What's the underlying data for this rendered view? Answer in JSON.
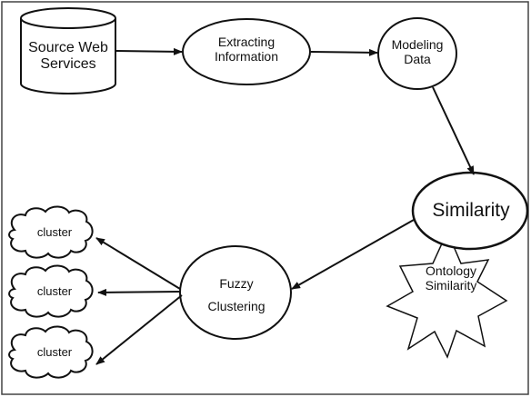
{
  "nodes": {
    "source_web_services": "Source Web\nServices",
    "extracting_information": "Extracting\nInformation",
    "modeling_data": "Modeling\nData",
    "similarity": "Similarity",
    "ontology_similarity": "Ontology\nSimilarity",
    "fuzzy_clustering": "Fuzzy\nClustering",
    "cluster_1": "cluster",
    "cluster_2": "cluster",
    "cluster_3": "cluster"
  },
  "colors": {
    "stroke": "#111111",
    "fill": "#ffffff",
    "frame": "#444444"
  }
}
